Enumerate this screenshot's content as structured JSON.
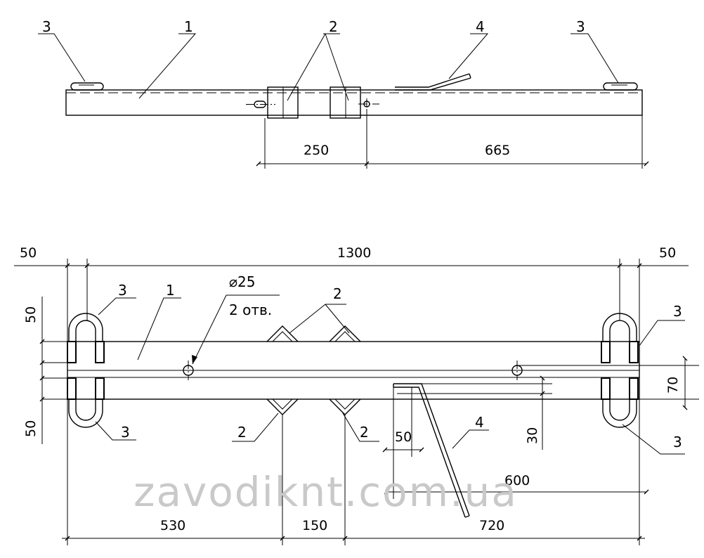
{
  "callouts": {
    "bar": "1",
    "clamp": "2",
    "u_bolt": "3",
    "rod": "4"
  },
  "dimensions": {
    "top_left_span": "250",
    "top_right_span": "665",
    "overall_length": "1300",
    "left_overhang": "50",
    "right_overhang": "50",
    "u_bolt_upper": "50",
    "u_bolt_lower": "50",
    "hole_spacing_vertical": "70",
    "rod_offset": "30",
    "rod_width": "50",
    "rod_span": "600",
    "left_to_clamp": "530",
    "clamp_spacing": "150",
    "right_to_end": "720"
  },
  "hole_note": {
    "diameter": "⌀25",
    "count": "2 отв."
  },
  "watermark": "zavodiknt.com.ua"
}
